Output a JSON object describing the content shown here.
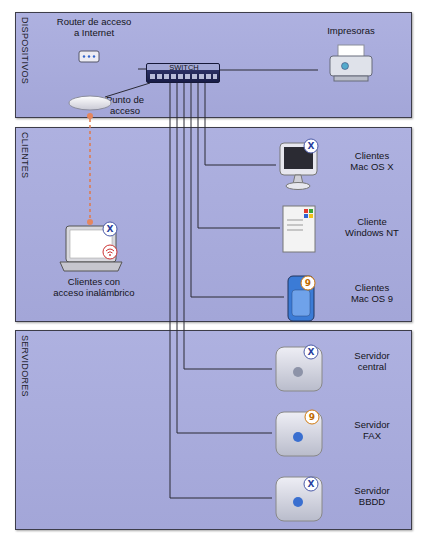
{
  "diagram": {
    "nodes": [
      {
        "text": [
          "DISPOSITIVOS"
        ]
      },
      {
        "text": [
          "Router de acceso a Internet"
        ],
        "in": 0
      },
      {
        "text": [
          "SWITCH"
        ],
        "in": 0
      },
      {
        "text": [
          "Impresoras"
        ],
        "in": 0
      },
      {
        "text": [
          "Punto de acceso"
        ],
        "in": 0
      },
      {
        "text": [
          "CLIENTES"
        ]
      },
      {
        "text": [
          "Clientes con acceso inalámbrico"
        ],
        "in": 5
      },
      {
        "text": [
          "Clientes Mac OS X"
        ],
        "in": 5
      },
      {
        "text": [
          "Cliente Windows NT"
        ],
        "in": 5
      },
      {
        "text": [
          "Clientes Mac OS 9"
        ],
        "in": 5
      },
      {
        "text": [
          "SERVIDORES"
        ]
      },
      {
        "text": [
          "Servidor central"
        ],
        "in": 10
      },
      {
        "text": [
          "Servidor FAX"
        ],
        "in": 10
      },
      {
        "text": [
          "Servidor BBDD"
        ],
        "in": 10
      }
    ],
    "edges": [
      {
        "from": 1,
        "to": 2,
        "arrow": "none"
      },
      {
        "from": 2,
        "to": 3,
        "arrow": "none"
      },
      {
        "from": 2,
        "to": 4,
        "arrow": "none"
      },
      {
        "from": 4,
        "to": 6,
        "arrow": "none"
      },
      {
        "from": 2,
        "to": 7,
        "arrow": "none"
      },
      {
        "from": 2,
        "to": 8,
        "arrow": "none"
      },
      {
        "from": 2,
        "to": 9,
        "arrow": "none"
      },
      {
        "from": 2,
        "to": 11,
        "arrow": "none"
      },
      {
        "from": 2,
        "to": 12,
        "arrow": "none"
      },
      {
        "from": 2,
        "to": 13,
        "arrow": "none"
      }
    ],
    "labels": [
      "X",
      "X",
      "9",
      "X",
      "9",
      "X"
    ]
  }
}
